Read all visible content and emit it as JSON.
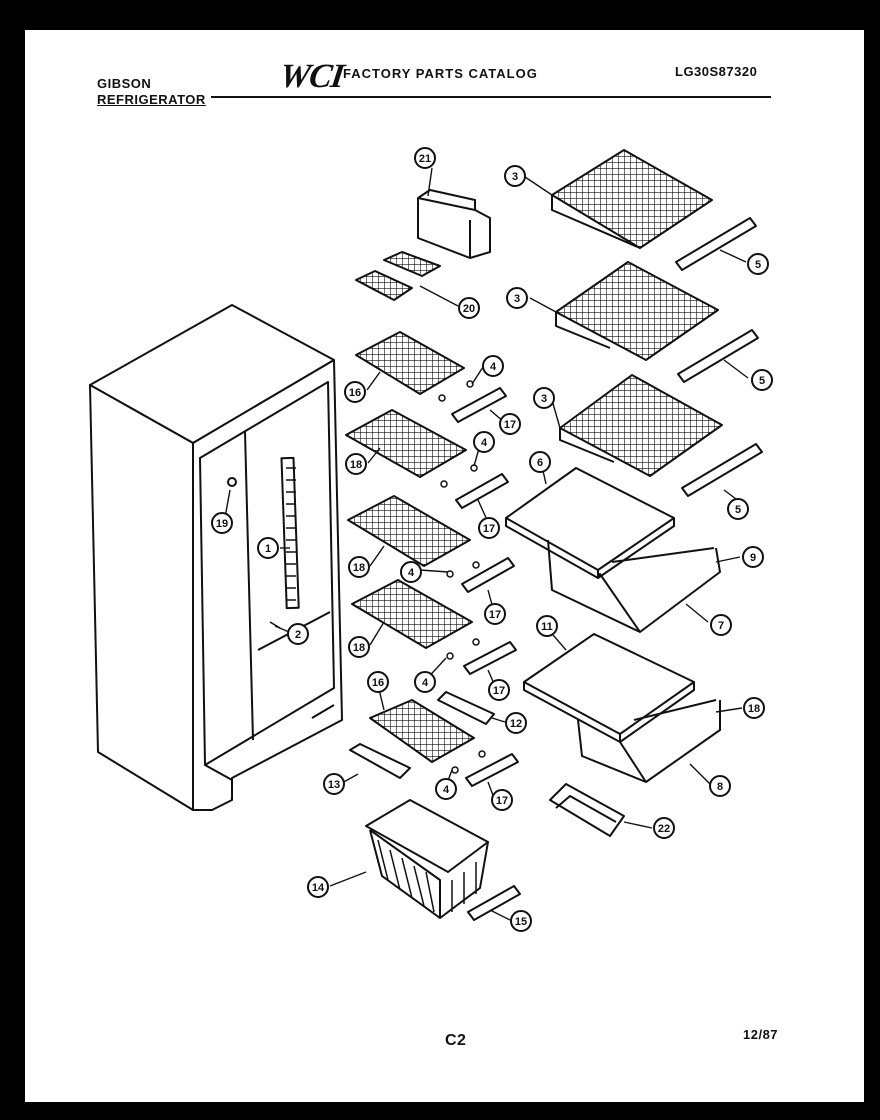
{
  "header": {
    "brand": "GIBSON",
    "product": "REFRIGERATOR",
    "logo": "WCI",
    "catalog_title": "FACTORY PARTS CATALOG",
    "model_number": "LG30S87320"
  },
  "footer": {
    "page": "C2",
    "date": "12/87"
  },
  "callouts": {
    "c1": "1",
    "c2": "2",
    "c3a": "3",
    "c3b": "3",
    "c3c": "3",
    "c4a": "4",
    "c4b": "4",
    "c4c": "4",
    "c4d": "4",
    "c4e": "4",
    "c5a": "5",
    "c5b": "5",
    "c5c": "5",
    "c6": "6",
    "c7": "7",
    "c8": "8",
    "c9": "9",
    "c11": "11",
    "c12": "12",
    "c13": "13",
    "c14": "14",
    "c15": "15",
    "c16a": "16",
    "c16b": "16",
    "c17a": "17",
    "c17b": "17",
    "c17c": "17",
    "c17d": "17",
    "c17e": "17",
    "c18a": "18",
    "c18b": "18",
    "c18c": "18",
    "c19": "19",
    "c20": "20",
    "c21": "21",
    "c22": "22"
  }
}
